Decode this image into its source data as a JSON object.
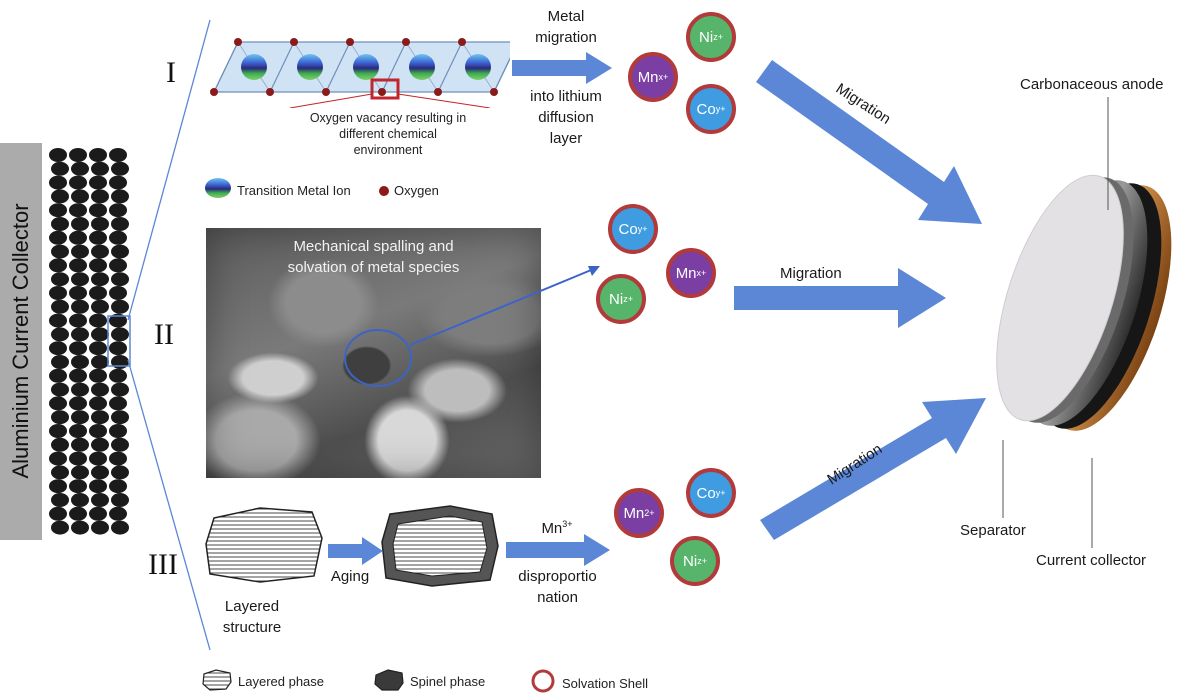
{
  "left_panel": {
    "collector_label": "Aluminium Current Collector"
  },
  "colors": {
    "arrow": "#5b87d6",
    "solvation_shell": "#b23a3a",
    "mn": "#7b3fa3",
    "ni": "#56b56b",
    "co": "#3f9ce0",
    "oxygen": "#8b1a1a",
    "copper": "#b87333"
  },
  "mechanisms": {
    "one": {
      "roman": "I",
      "vacancy_note": [
        "Oxygen vacancy resulting in",
        "different chemical",
        "environment"
      ],
      "arrow_text_top": [
        "Metal",
        "migration"
      ],
      "arrow_text_bottom": [
        "into lithium",
        "diffusion",
        "layer"
      ],
      "legend_tm": "Transition Metal Ion",
      "legend_oxygen": "Oxygen",
      "migration": "Migration"
    },
    "two": {
      "roman": "II",
      "image_caption": [
        "Mechanical spalling and",
        "solvation of metal species"
      ],
      "migration": "Migration"
    },
    "three": {
      "roman": "III",
      "layered_caption": [
        "Layered",
        "structure"
      ],
      "aging": "Aging",
      "mn_base": "Mn",
      "mn_charge": "3+",
      "disp_caption": [
        "disproportio",
        "nation"
      ],
      "migration": "Migration"
    }
  },
  "ions": {
    "mn_x": {
      "base": "Mn",
      "charge": "x+"
    },
    "ni_z": {
      "base": "Ni",
      "charge": "z+"
    },
    "co_y": {
      "base": "Co",
      "charge": "y+"
    },
    "mn_2": {
      "base": "Mn",
      "charge": "2+"
    }
  },
  "anode": {
    "carbonaceous": "Carbonaceous anode",
    "separator": "Separator",
    "current_collector": "Current collector"
  },
  "legend": {
    "layered_phase": "Layered phase",
    "spinel_phase": "Spinel phase",
    "solvation_shell": "Solvation Shell"
  }
}
